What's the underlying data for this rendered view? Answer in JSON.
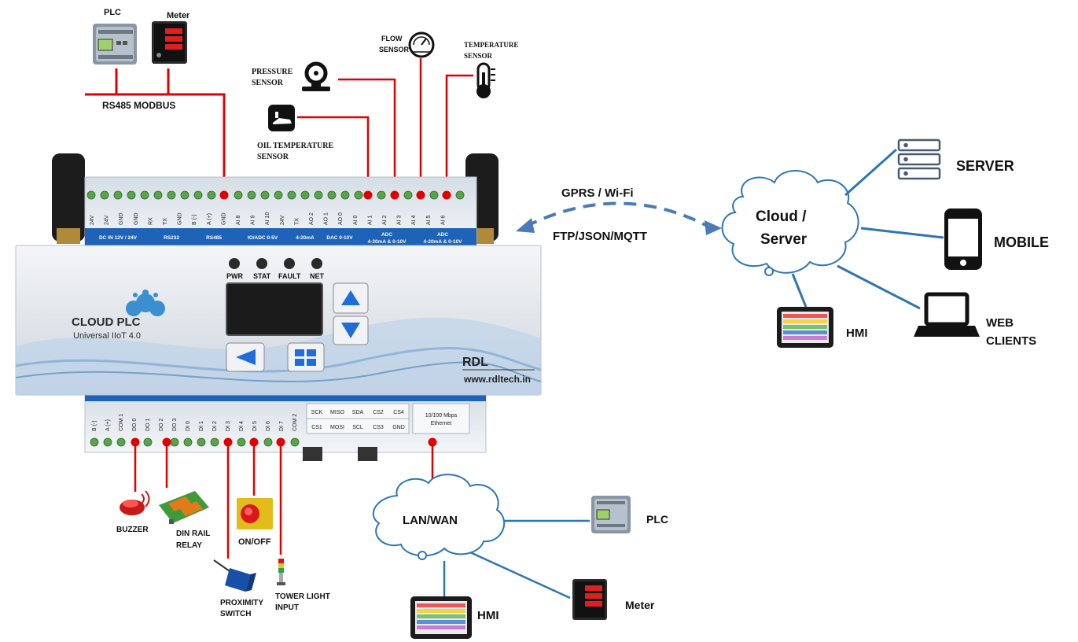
{
  "top_devices": {
    "plc_label": "PLC",
    "meter_label": "Meter",
    "bus_label": "RS485 MODBUS"
  },
  "sensors": {
    "pressure": [
      "PRESSURE",
      "SENSOR"
    ],
    "flow": [
      "FLOW",
      "SENSOR"
    ],
    "temperature": [
      "TEMPERATURE",
      "SENSOR"
    ],
    "oil_temperature": [
      "OIL TEMPERATURE",
      "SENSOR"
    ]
  },
  "device": {
    "brand_title": "CLOUD PLC",
    "brand_subtitle": "Universal IIoT 4.0",
    "maker": "RDL",
    "website": "www.rdltech.in",
    "leds": [
      "PWR",
      "STAT",
      "FAULT",
      "NET"
    ],
    "top_terminals": [
      "24V",
      "24V",
      "GND",
      "GND",
      "RX",
      "TX",
      "GND",
      "B (-)",
      "A (+)",
      "GND",
      "AI 8",
      "AI 9",
      "AI 10",
      "24V",
      "TX",
      "AO 2",
      "AO 1",
      "AO 0",
      "AI 0",
      "AI 1",
      "AI 2",
      "AI 3",
      "AI 4",
      "AI 5",
      "AI 6"
    ],
    "top_groups": [
      "DC IN 12V / 24V",
      "RS232",
      "RS485",
      "IO/ADC 0-5V",
      "4-20mA",
      "DAC 0-10V",
      "ADC",
      "4-20mA & 0-10V",
      "ADC",
      "4-20mA & 0-10V"
    ],
    "bottom_terminals": [
      "B (-)",
      "A (+)",
      "COM 1",
      "DO 0",
      "DO 1",
      "DO 2",
      "DO 3",
      "DI 0",
      "DI 1",
      "DI 2",
      "DI 3",
      "DI 4",
      "DI 5",
      "DI 6",
      "DI 7",
      "COM 2"
    ],
    "spi_top": [
      "SCK",
      "MISO",
      "SDA",
      "CS2",
      "CS4"
    ],
    "spi_bottom": [
      "CS1",
      "MOSI",
      "SCL",
      "CS3",
      "GND"
    ],
    "ethernet": [
      "10/100 Mbps",
      "Ethernet"
    ]
  },
  "comms": {
    "wireless": "GPRS / Wi-Fi",
    "protocols": "FTP/JSON/MQTT"
  },
  "cloud": {
    "label": [
      "Cloud /",
      "Server"
    ],
    "server": "SERVER",
    "mobile": "MOBILE",
    "hmi": "HMI",
    "web_clients": [
      "WEB",
      "CLIENTS"
    ]
  },
  "bottom_io": {
    "buzzer": "BUZZER",
    "relay": [
      "DIN RAIL",
      "RELAY"
    ],
    "onoff": "ON/OFF",
    "proximity": [
      "PROXIMITY",
      "SWITCH"
    ],
    "tower": [
      "TOWER LIGHT",
      "INPUT"
    ]
  },
  "lan": {
    "label": "LAN/WAN",
    "plc": "PLC",
    "hmi": "HMI",
    "meter": "Meter"
  },
  "colors": {
    "wire_red": "#e00000",
    "link_blue": "#2e75b6",
    "dashed_blue": "#4a7ab8",
    "panel_blue": "#1e63b8"
  }
}
